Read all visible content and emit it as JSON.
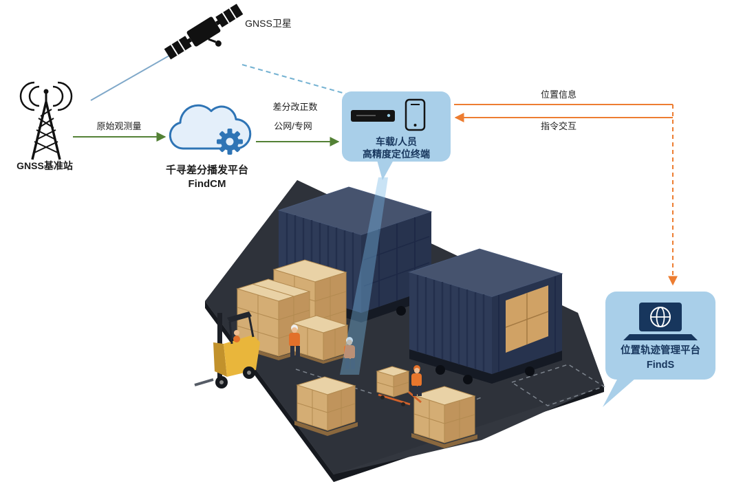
{
  "diagram": {
    "title": "GNSS high-precision positioning logistics yard architecture",
    "labels": {
      "satellite": "GNSS卫星",
      "base_station": "GNSS基准站",
      "raw_observation": "原始观测量",
      "cloud_platform_line1": "千寻差分播发平台",
      "cloud_platform_line2": "FindCM",
      "correction_line1": "差分改正数",
      "correction_line2": "公网/专网",
      "terminal_line1": "车载/人员",
      "terminal_line2": "高精度定位终端",
      "position_info": "位置信息",
      "command_interaction": "指令交互",
      "platform_line1": "位置轨迹管理平台",
      "platform_line2": "FindS"
    },
    "icons": {
      "satellite": "satellite-icon",
      "base_station": "antenna-tower-icon",
      "cloud": "cloud-icon",
      "gear": "gear-icon",
      "vehicle_terminal": "vehicle-terminal-icon",
      "smartphone": "smartphone-icon",
      "laptop_globe": "laptop-globe-icon"
    },
    "colors": {
      "bubble_fill": "#a9cfe9",
      "navy_text": "#17365d",
      "green_arrow": "#538135",
      "orange_arrow": "#ed7d31",
      "teal_solid_line": "#7fa8c9",
      "teal_dashed_line": "#74b2d2",
      "cloud_outline": "#2e74b5",
      "container_body": "#2e3b58",
      "ground": "#33373f",
      "carton": "#d4ad74",
      "forklift": "#e9b63b",
      "beam": "rgba(120,185,230,0.4)"
    }
  }
}
